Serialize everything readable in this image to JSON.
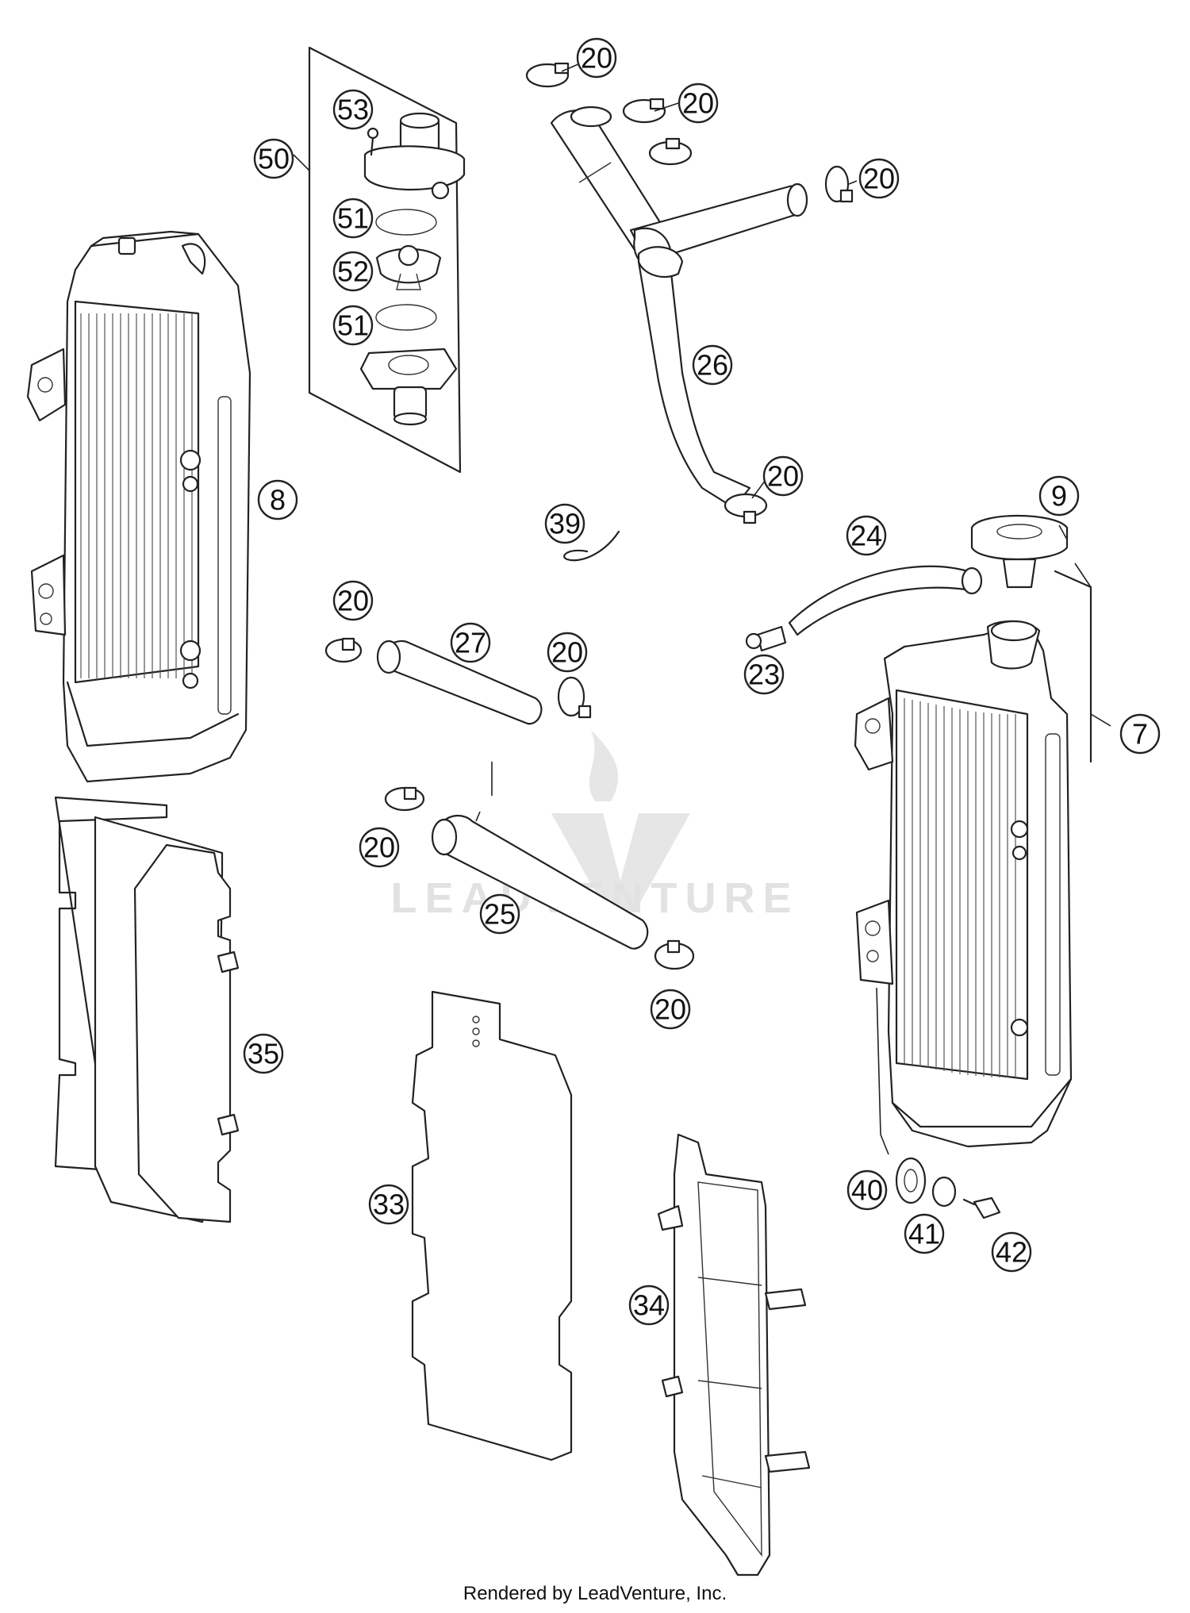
{
  "diagram": {
    "callouts": [
      {
        "label": "53"
      },
      {
        "label": "50"
      },
      {
        "label": "51"
      },
      {
        "label": "52"
      },
      {
        "label": "51"
      },
      {
        "label": "20"
      },
      {
        "label": "20"
      },
      {
        "label": "20"
      },
      {
        "label": "26"
      },
      {
        "label": "20"
      },
      {
        "label": "8"
      },
      {
        "label": "9"
      },
      {
        "label": "39"
      },
      {
        "label": "24"
      },
      {
        "label": "20"
      },
      {
        "label": "27"
      },
      {
        "label": "20"
      },
      {
        "label": "23"
      },
      {
        "label": "7"
      },
      {
        "label": "20"
      },
      {
        "label": "25"
      },
      {
        "label": "20"
      },
      {
        "label": "35"
      },
      {
        "label": "33"
      },
      {
        "label": "40"
      },
      {
        "label": "41"
      },
      {
        "label": "42"
      },
      {
        "label": "34"
      }
    ],
    "watermark": "LEADVENTURE"
  },
  "footer": {
    "text": "Rendered by LeadVenture, Inc."
  },
  "colors": {
    "line": "#222222",
    "watermark": "#e2e2e2",
    "background": "#ffffff"
  }
}
